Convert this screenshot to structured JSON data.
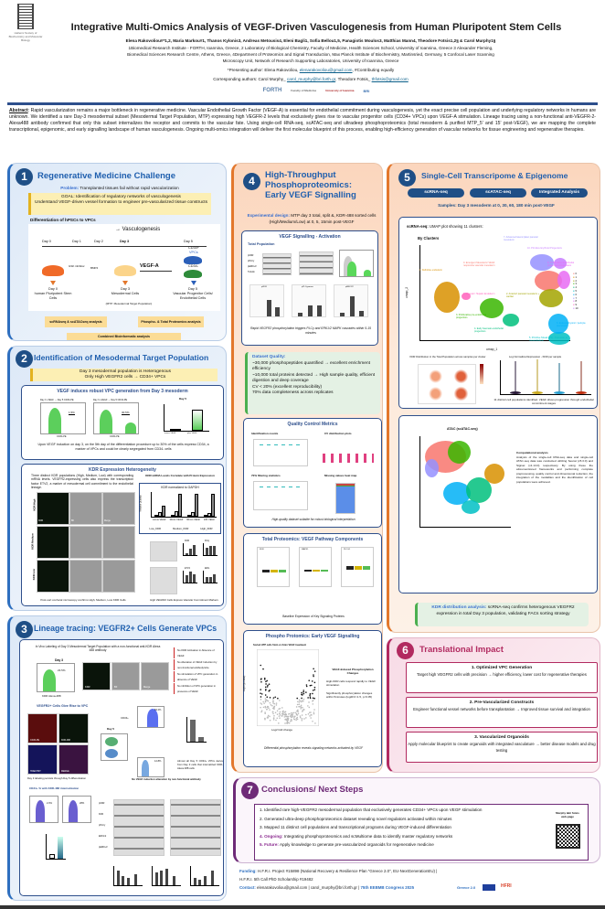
{
  "header": {
    "title": "Integrative Multi-Omics Analysis of VEGF-Driven Vasculogenesis from Human Pluripotent Stem Cells",
    "authors": "Elena Rakovoliou#*1,2, Maria Markou#1, Thanos Kylonis3, Andreas Metousis4, Eleni Bagli1, Sofia Bellou1,5, Panagiotis Moulos3, Matthias Mann4, Theodore Fotsis1,2§ & Carol Murphy1§",
    "affiliations_1": "1Biomedical Research Institute - FORTH, Ioannina, Greece, 2 Laboratory of Biological Chemistry, Faculty of Medicine, Health Sciences School, University of Ioannina, Greece 3 Alexander Fleming,",
    "affiliations_2": "Biomedical Sciences Research Centre, Athens, Greece, 4Department of Proteomics and Signal Transduction, Max Planck Institute of Biochemistry, Martinsried, Germany, 5 Confocal Laser Scanning",
    "affiliations_3": "Microscopy Unit, Network of Research Supporting Laboratories, University of Ioannina, Greece",
    "presenting_prefix": "*Presenting author: Elena Rakovoliou, ",
    "presenting_email": "elenarakovoliou@gmail.com",
    "presenting_suffix": ", #Contributing equally",
    "corresponding_prefix": "Corresponding authors: Carol Murphy_ ",
    "corresponding_email_1": "carol_murphy@bri.forth.gr",
    "corresponding_mid": ", Theodore Fotsis_ ",
    "corresponding_email_2": "thfotsis@gmail.com",
    "society_logo_text": "Hellenic Society of Biochemistry and Molecular Biology",
    "logos": [
      "FORTH",
      "Faculty of Medicine",
      "University of Ioannina",
      "BRI"
    ]
  },
  "abstract": {
    "label": "Abstract",
    "text": ": Rapid vascularization remains a major bottleneck in regenerative medicine. Vascular Endothelial Growth Factor (VEGF-A) is essential for endothelial commitment during vasculogenesis, yet the exact precise cell population and underlying regulatory networks in humans are unknown. We identified a rare Day-3 mesodermal subset (Mesodermal Target Population, MTP) expressing high VEGFR-2 levels that exclusively gives rise to vascular progenitor cells (CD34+ VPCs) upon VEGF-A stimulation. Lineage tracing using a non-functional anti-VEGFR-2-Alexa488 antibody confirmed that only this subset internalizes the receptor and commits to the vascular fate. Using single-cell RNA-seq, scATAC-seq and ultradeep phosphoproteomics (total mesoderm & purified MTP_5' and 15' post-VEGF), we are mapping the complete transcriptional, epigenomic, and early signalling landscape of human vasculogenesis. Ongoing multi-omics integration will deliver the first molecular blueprint of this process, enabling high-efficiency generation of vascular networks for tissue engineering and regenerative therapies."
  },
  "s1": {
    "num": "1",
    "title": "Regenerative Medicine Challenge",
    "problem_label": "Problem:",
    "problem": " Transplanted tissues fail without rapid vascularization",
    "goal_1": "GOAL: Identification of regulatory networks of vasculogenesis",
    "goal_2": "Understand VEGF-driven vessel formation to engineer pre-vascularized tissue constructs",
    "diff_title": "Differentiation of hPSCs to VPCs",
    "vasculogenesis": "Vasculogenesis",
    "days": [
      "Day 0",
      "Day 1",
      "Day 2",
      "Day 3",
      "Day 5"
    ],
    "gsk": "GSK inhibitor",
    "bmp": "BMP4",
    "vegf": "VEGF-A",
    "cd34p": "CD34+",
    "vpcs": "VPCs",
    "cd34n": "CD34-",
    "cell_0": "Day 0\nhuman Pluripotent Stem Cells",
    "cell_3": "Day 3\nMesodermal Cells",
    "cell_3b": "(MTP: Mesodermal Target Population)",
    "cell_5": "Day 5\nVascular Progenitor Cells/ Endothelial Cells",
    "box_sc": "scRNAseq & scATACseq analysis",
    "box_prot": "Phospho- & Total Proteomics analysis",
    "box_comb": "Combined Bioinformatic analysis"
  },
  "s2": {
    "num": "2",
    "title": "Identification of Mesodermal Target Population",
    "hl_1": "Day 3 mesodermal population is Heterogenous",
    "hl_2": "Only High VEGFR2 cells → CD34+ VPCs",
    "card1_title": "VEGF induces robust VPC generation from Day 3 mesoderm",
    "flow1_label": "Day 3 -VEGF → Day 5 CD34-PE",
    "flow1_pct": "1.5%",
    "flow2_label": "Day 3 +VEGF → Day 5 CD34-PE",
    "flow2_pct": "30.5%",
    "axis_cd34": "CD34-PE",
    "bar_title": "Day 5",
    "bar_cats": [
      "minus VEGF",
      "plus VEGF"
    ],
    "bar_values": [
      15,
      190
    ],
    "card1_caption": "Upon VEGF induction on day 3, on the 5th day of the differentiation procedure up to 30% of the cells express CD34, a marker of VPCs and could be clearly segregated from CD34- cells",
    "card2_title": "KDR Expression Heterogeneity",
    "card2_text": "Three distinct KDR populations (High, Medium, Low) with corresponding mRNA levels. VEGFR2-expressing cells also express the transcription factor ETV2, a marker of mesodermal cell commitment to the endothelial lineage.",
    "row_labels": [
      "KDR High",
      "KDR Medium",
      "KDR Low"
    ],
    "col_labels": [
      "KDR",
      "BF",
      "Merge"
    ],
    "micro_caption": "Post-sort confocal microscopy confirms High, Medium, Low KDR Cells",
    "mrna_title": "KDR mRNA Levels Correlate with Protein Expression",
    "chart_title": "KDR normalized to GAPDH",
    "chart_ylabel": "Relative Quantity",
    "chart_cats": [
      "minus VEGF",
      "30min VEGF",
      "60min VEGF",
      "180 VEGF"
    ],
    "chart_legend": [
      "Low_KDR",
      "Medium_KDR",
      "High_KDR"
    ],
    "wb_titles": [
      "KDR",
      "Fli1y",
      "ETV2",
      "ERG"
    ],
    "wb_caption": "High VEGFR2 Cells Express Vascular Commitment Markers"
  },
  "s3": {
    "num": "3",
    "title": "Lineage tracing: VEGFR2+ Cells Generate VPCs",
    "card_title": "In Vivo Labeling of Day 3 Mesodermal Target Population with a non-functional anti-KDR Alexa 488 antibody",
    "day3": "Day 3",
    "pct_1": "23.5%",
    "axis_kdr": "KDR Alexa-488",
    "img_labels": [
      "KDR",
      "BF",
      "Merge"
    ],
    "bullets": [
      "No KDR Activation in Absence of VEGF",
      "No Alteration of VEGF Induction by non-functional antibody/size",
      "No stimulation of VPC generation in absence of VEGF",
      "No inhibition of VPC generation in presence of VEGF"
    ],
    "sub_title": "VEGFR2+ Cells Give Rise to VPC",
    "cd34": "CD34+",
    "pct_2": "84.2%",
    "day5": "Day 5",
    "pct_3": "12.8%",
    "micro_labels": [
      "CD34-PE",
      "KDR-488",
      "HOECHST",
      "MERGE"
    ],
    "micro_caption": "Day 3 labeling persists through Day 5 differentiation",
    "right_caption": "Almost all Day 5 CD34+ VPCs derive from Day 3 cells that internalized KDR-Alexa 488 cells",
    "internal_title": "CD34+ % with KDR-488 internalization",
    "flow_pcts": [
      "2.3%",
      "28%"
    ],
    "wb_title": "No VEGF induction alteration by non-functional antibody",
    "wb_rows": [
      "pKDR",
      "KDR",
      "pPLCy",
      "ERK1/2",
      "pERK1/2"
    ]
  },
  "s4": {
    "num": "4",
    "title_1": "High-Throughput",
    "title_2": "Phosphoproteomics:",
    "title_3": "Early VEGF Signalling",
    "design_label": "Experimental design:",
    "design": " MTP day 3 total, split &, KDR-488 sorted cells (High/Medium/Low) at 0, 5, 15min post-VEGF",
    "card1_title": "VEGF Signalling - Activation",
    "total_pop": "Total Population",
    "wb_rows": [
      "pKDR",
      "pPLCy",
      "pERK1/2",
      "Tubulin"
    ],
    "bar_titles": [
      "pKDR",
      "pPLCgamma",
      "pERK1/2"
    ],
    "card1_caption": "Rapid VEGFR2 phosphorylation triggers PLCγ and ERK1/2 MAPK cascades within 5-15 minutes",
    "quality_title": "Dataset Quality:",
    "quality": [
      "~30,000 phosphopeptides quantified → excellent enrichment efficiency",
      "~10,000 total proteins detected → High sample quality, efficient digestion and deep coverage",
      "CV < 20% (excellent reproducibility)",
      "70% data completeness across replicates"
    ],
    "qc_title": "Quality Control Metrics",
    "qc_labels": [
      "Identification counts",
      "CV distribution plots",
      "70% filtering statistics",
      "Missing values heat map"
    ],
    "qc_caption": "High-quality dataset suitable for robust biological interpretation",
    "tp_title": "Total Proteomics: VEGF Pathway Components",
    "tp_plots": [
      "KDR",
      "MAPK1",
      "PLCG1"
    ],
    "tp_caption": "Baseline Expression of Key Signaling Proteins",
    "pp_title": "Phospho Protomics: Early VEGF Signalling",
    "volcano_title": "Sorted HTP cells 5min vs 0min VEGF treatment",
    "volcano_x": "Log2 fold change",
    "volcano_y": "-log10(p-value)",
    "pp_side_title": "VEGF-Induced Phosphorylation Changes",
    "pp_side": [
      "High-KDR cells respond rapidly to VEGF stimulation",
      "Significantly phosphorylation changes within 5minutes (log2FC>1.5, p<0.05)"
    ],
    "pp_caption": "Differential phosphorylation reveals signaling networks activated by VEGF"
  },
  "s5": {
    "num": "5",
    "title": "Single-Cell Transcripome & Epigenome",
    "buttons": [
      "scRNA-seq",
      "scATAC-seq",
      "Integrated Analysis"
    ],
    "samples": "Samples: Day 3 mesoderm at 0, 30, 60, 180 min post-VEGF",
    "umap_label": "scRNA-seq:",
    "umap_desc": " UMAP plot showing 11 clusters:",
    "by_clusters": "By Clusters",
    "axis_x": "umap_1",
    "axis_y": "umap_2",
    "cluster_labels": [
      "1. Definitive endoderm",
      "0. Emergent Mesoderm/ VEGF responsive vascular mesoderm",
      "7. Advanced lateral plate/ paraxial mesoderm",
      "10. Primitive Erythroid Progenitors",
      "8. Proliferative Endothelial progenitors/Angioblasts",
      "9. Visceral / Hepatic Endoderm",
      "2. Anterior/ paraxial mesoderm + cardiac",
      "3. Proliferative pre-endothelial progenitors",
      "4. Early haemato-endothelial progenitors",
      "6. Extra embryonic / pericyte precursors",
      "5. Primitive Streak (PS) - Transition to mesendoderm"
    ],
    "legend": [
      "0",
      "1",
      "2",
      "3",
      "4",
      "5",
      "6",
      "7",
      "8",
      "9",
      "10"
    ],
    "cluster_colors": [
      "#f8766d",
      "#d89000",
      "#a3a500",
      "#39b600",
      "#00bf7d",
      "#00bfc4",
      "#00b0f6",
      "#9590ff",
      "#e76bf3",
      "#ff62bc",
      "#c77cff"
    ],
    "kdr_dist_title": "KDR Distribution in the Total Population across samples per cluster",
    "violin_title": "Log Normalized Expression - KDR per sample",
    "violin_caption": "11 distinct cell populations identified. VEGF drives progression through endothelial commitment stages",
    "atac_title": "ATAC (scATAC-seq)",
    "comp_title": "Computational analysis",
    "comp_text": "Analysis of the single-cell RNA-seq data and single-cell ATAC-seq data was conducted utilizing Seurat (v5.3.0) and Signac (v1.14.0) respectively. By using these the aforementioned frameworks and performing complete preprocessing, quality control and dimensional reduction, the integration of the modalities and the identification of cell populations were achieved.",
    "kdr_box_label": "KDR distribution analysis:",
    "kdr_box": " scRNA-seq confirms heterogenous VEGFR2 expression in total Day 3 population, validating FACs sorting strategy"
  },
  "s6": {
    "num": "6",
    "title": "Translational Impact",
    "items": [
      {
        "title": "1.  Optimized VPC Generation",
        "text": "Target high VEGFR2 cells with precision → higher efficiency, lower cost for regenerative therapies"
      },
      {
        "title": "2. Pre-Vascularized Constructs",
        "text": "Engineer functional vessel networks before transplantation → Improved tissue survival and integration"
      },
      {
        "title": "3. Vascularized Organoids",
        "text": "Apply molecular blueprint to create organoids with integrated vasculature → better disease models and drug testing"
      }
    ]
  },
  "s7": {
    "num": "7",
    "title": "Conclusions/ Next Steps",
    "items": [
      {
        "prefix": "",
        "text": "1. Identified rare high-VEGFR2 mesodermal population that exclusively generates CD34+ VPCs upon VEGF stimulation"
      },
      {
        "prefix": "",
        "text": "2. Generated ultra-deep phosphoproteomics dataset revealing novel regulators activated within minutes"
      },
      {
        "prefix": "",
        "text": "3. Mapped 11 distinct cell populations and transcriptional programs during VEGF-induced differentiation"
      },
      {
        "prefix": "4. Ongoing:",
        "text": " Integrating phosphoproteomics and scMultiome data to identify master regulatory networks"
      },
      {
        "prefix": "5. Future:",
        "text": " Apply knowledge to generate pre-vascularized organoids for regenerative medicine"
      }
    ],
    "qr_label": "Murphy lab/ fotsis web-page"
  },
  "footer": {
    "funding_label": "Funding:",
    "funding": " H.F.R.I. Project #15898 (National Recovery & Resilience Plan \"Greece 2.0\", EU-NextGenerationEU) |",
    "scholarship": "H.F.R.I. 5th Call PhD Scholarship #19482",
    "contact_label": "Contact:",
    "contact": " elenarakovoliou@gmail.com | carol_murphy@bri.forth.gr | ",
    "congress": "75th EEBMB Congress 2025",
    "logos": [
      "Greece 2.0",
      "HFRI"
    ]
  },
  "colors": {
    "blue": "#2e6fbf",
    "orange": "#e3772c",
    "pink": "#b22a60",
    "purple": "#6e2a77",
    "navy": "#1f4f86"
  }
}
